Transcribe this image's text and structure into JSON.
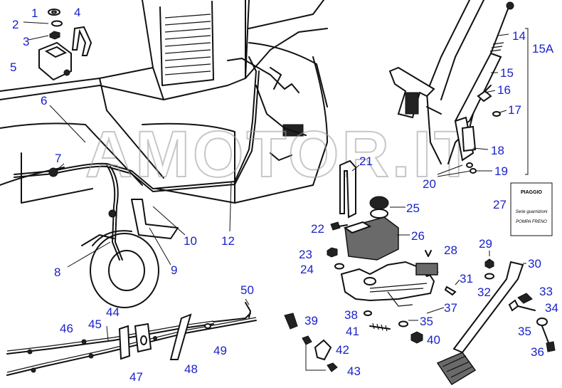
{
  "watermark": "AMOTOR.IT",
  "kit_label": {
    "brand": "PIAGGIO",
    "line1": "Serie guarnizioni",
    "line2": "POMPA FRENO"
  },
  "part_labels": {
    "p1": "1",
    "p2": "2",
    "p3": "3",
    "p4": "4",
    "p5": "5",
    "p6": "6",
    "p7": "7",
    "p8": "8",
    "p9": "9",
    "p10": "10",
    "p12": "12",
    "p14": "14",
    "p15": "15",
    "p15a": "15A",
    "p16": "16",
    "p17": "17",
    "p18": "18",
    "p19": "19",
    "p20": "20",
    "p21": "21",
    "p22": "22",
    "p23": "23",
    "p24": "24",
    "p25": "25",
    "p26": "26",
    "p27": "27",
    "p28": "28",
    "p29": "29",
    "p30": "30",
    "p31": "31",
    "p32": "32",
    "p33": "33",
    "p34": "34",
    "p35a": "35",
    "p35b": "35",
    "p36": "36",
    "p37": "37",
    "p38": "38",
    "p39": "39",
    "p40": "40",
    "p41": "41",
    "p42": "42",
    "p43": "43",
    "p44": "44",
    "p45": "45",
    "p46": "46",
    "p47": "47",
    "p48": "48",
    "p49": "49",
    "p50": "50"
  }
}
